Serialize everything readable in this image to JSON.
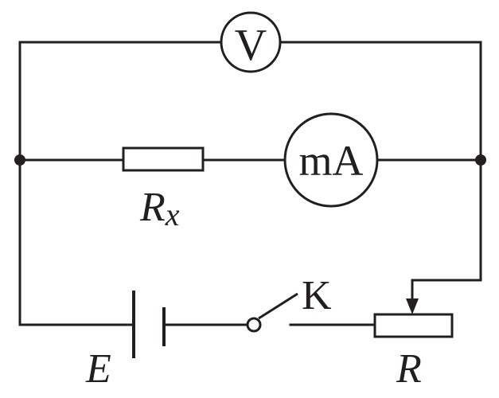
{
  "components": {
    "voltmeter": {
      "symbol": "V"
    },
    "milliammeter": {
      "symbol": "mA"
    },
    "resistor_x": {
      "label_main": "R",
      "label_sub": "x"
    },
    "battery": {
      "label": "E"
    },
    "switch": {
      "label": "K"
    },
    "rheostat": {
      "label": "R"
    }
  },
  "colors": {
    "line": "#231f20",
    "background": "#ffffff"
  }
}
